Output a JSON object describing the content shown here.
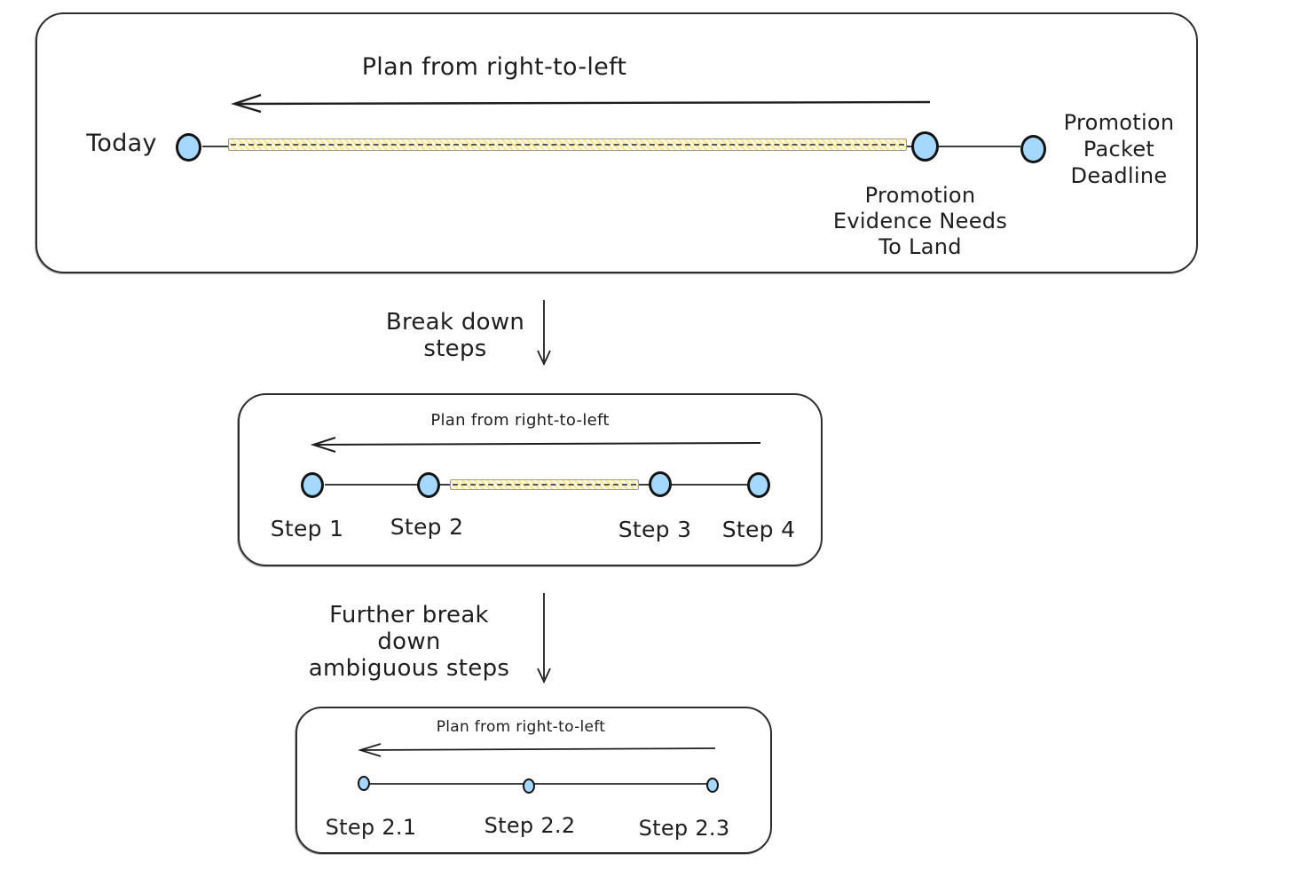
{
  "colors": {
    "node_fill": "#a5d8ff",
    "node_stroke": "#141414",
    "bar_fill": "#fffbe6",
    "bar_hatch": "#ffd43b",
    "bar_stroke": "#9a9a9a",
    "line": "#3d3d3d",
    "ink": "#1e1e1e"
  },
  "top_box": {
    "title": "Plan from right-to-left",
    "start_label": "Today",
    "milestone_label": "Promotion\nEvidence Needs\nTo Land",
    "end_label": "Promotion\nPacket\nDeadline"
  },
  "transitions": [
    {
      "label": "Break down\nsteps"
    },
    {
      "label": "Further break down\nambiguous steps"
    }
  ],
  "middle_box": {
    "title": "Plan from right-to-left",
    "steps": [
      "Step 1",
      "Step 2",
      "Step 3",
      "Step 4"
    ]
  },
  "bottom_box": {
    "title": "Plan from right-to-left",
    "steps": [
      "Step 2.1",
      "Step 2.2",
      "Step 2.3"
    ]
  }
}
